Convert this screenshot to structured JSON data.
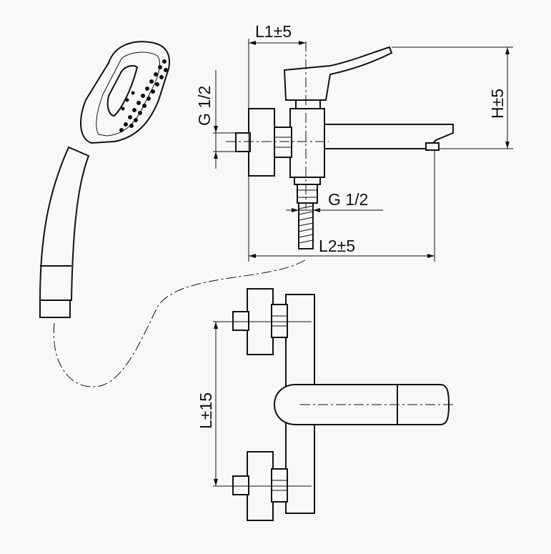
{
  "dimensions": {
    "l1": "L1±5",
    "l2": "L2±5",
    "h": "H±5",
    "g_inlet": "G 1/2",
    "g_outlet": "G 1/2",
    "l": "L±15"
  }
}
